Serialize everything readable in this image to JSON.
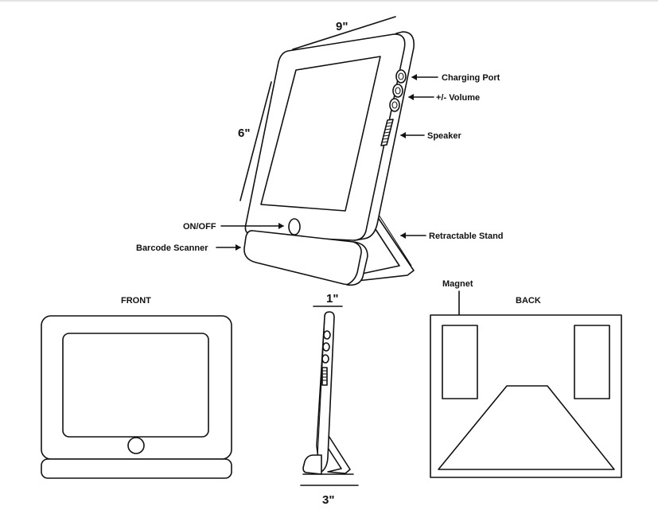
{
  "dimensions": {
    "width": "9\"",
    "height": "6\"",
    "depth": "1\"",
    "base": "3\""
  },
  "callouts": {
    "charging_port": "Charging Port",
    "volume": "+/- Volume",
    "speaker": "Speaker",
    "on_off": "ON/OFF",
    "retractable_stand": "Retractable Stand",
    "barcode_scanner": "Barcode Scanner",
    "magnet": "Magnet"
  },
  "views": {
    "front": "FRONT",
    "back": "BACK"
  }
}
